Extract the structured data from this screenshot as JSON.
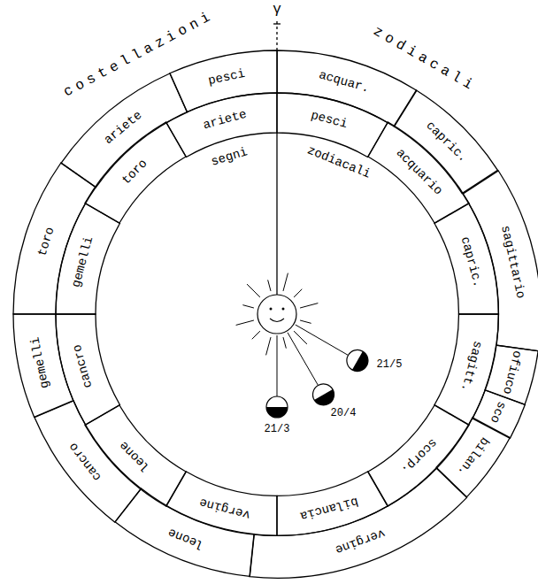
{
  "diagram": {
    "nodes": [
      {
        "text": [
          "pesci"
        ]
      },
      {
        "text": [
          "acquar."
        ]
      },
      {
        "text": [
          "capric."
        ]
      },
      {
        "text": [
          "sagittario"
        ]
      },
      {
        "text": [
          "ofiuco"
        ]
      },
      {
        "text": [
          "sco"
        ]
      },
      {
        "text": [
          "bilan."
        ]
      },
      {
        "text": [
          "vergine"
        ]
      },
      {
        "text": [
          "leone"
        ]
      },
      {
        "text": [
          "cancro"
        ]
      },
      {
        "text": [
          "gemelli"
        ]
      },
      {
        "text": [
          "toro"
        ]
      },
      {
        "text": [
          "ariete"
        ]
      },
      {
        "text": [
          "ariete"
        ]
      },
      {
        "text": [
          "pesci"
        ]
      },
      {
        "text": [
          "acquario"
        ]
      },
      {
        "text": [
          "capric."
        ]
      },
      {
        "text": [
          "sagitt."
        ]
      },
      {
        "text": [
          "scorp."
        ]
      },
      {
        "text": [
          "bilancia"
        ]
      },
      {
        "text": [
          "vergine"
        ]
      },
      {
        "text": [
          "leone"
        ]
      },
      {
        "text": [
          "cancro"
        ]
      },
      {
        "text": [
          "gemelli"
        ]
      },
      {
        "text": [
          "toro"
        ]
      }
    ],
    "labels": [
      "costellazioni",
      "zodiacali",
      "γ",
      "segni",
      "zodiacali",
      "21/3",
      "20/4",
      "21/5"
    ]
  }
}
